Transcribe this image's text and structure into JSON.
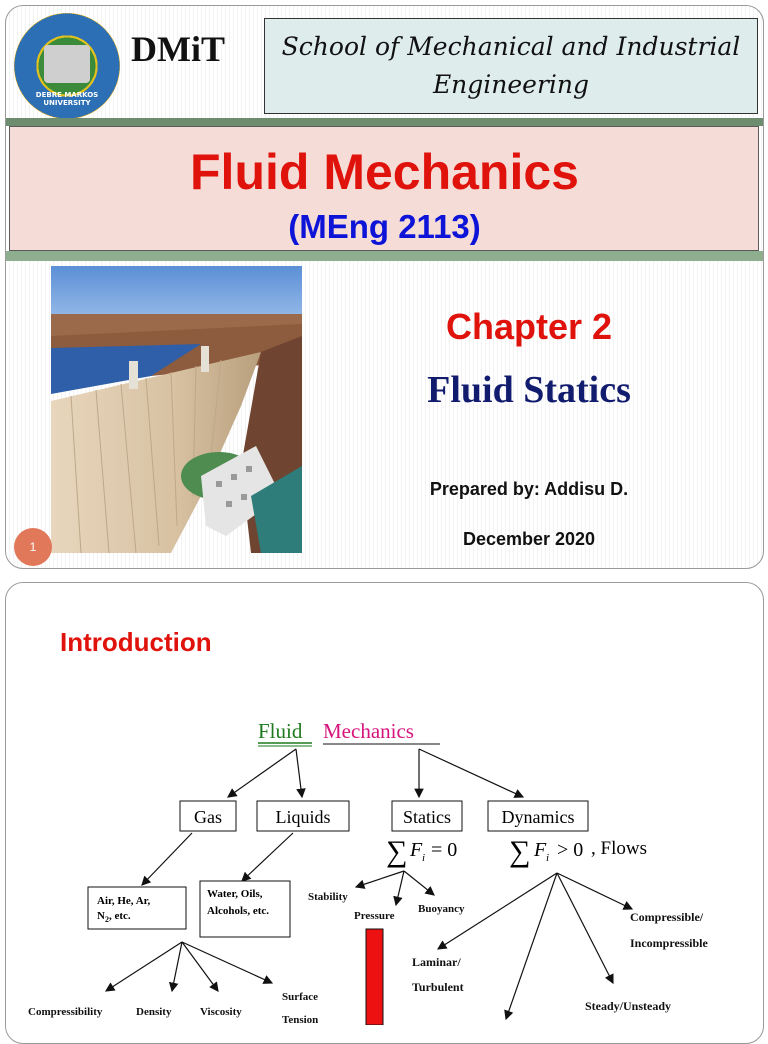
{
  "slide1": {
    "logo_text": "DEBRE MARKOS UNIVERSITY",
    "brand": "DMiT",
    "school_line1": "School of Mechanical and Industrial",
    "school_line2": "Engineering",
    "course_title": "Fluid Mechanics",
    "course_code": "(MEng 2113)",
    "chapter": "Chapter 2",
    "subject": "Fluid Statics",
    "prepared_by": "Prepared by: Addisu D.",
    "date": "December 2020",
    "page_number": "1"
  },
  "slide2": {
    "heading": "Introduction",
    "diagram": {
      "fluid": "Fluid",
      "mechanics": "Mechanics",
      "gas": "Gas",
      "liquids": "Liquids",
      "statics": "Statics",
      "dynamics": "Dynamics",
      "gas_examples_1": "Air, He, Ar,",
      "gas_examples_2": "N",
      "gas_examples_sub": "2",
      "gas_examples_3": ", etc.",
      "liquid_examples_1": "Water, Oils,",
      "liquid_examples_2": "Alcohols, etc.",
      "statics_eq_sum": "∑",
      "statics_eq_f": "F",
      "statics_eq_sub": "i",
      "statics_eq_rhs": "= 0",
      "dynamics_eq_rhs": "> 0",
      "flows": ", Flows",
      "stability": "Stability",
      "pressure": "Pressure",
      "buoyancy": "Buoyancy",
      "compressibility": "Compressibility",
      "density": "Density",
      "viscosity": "Viscosity",
      "surface": "Surface",
      "tension": "Tension",
      "laminar": "Laminar/",
      "turbulent": "Turbulent",
      "compressible": "Compressible/",
      "incompressible": "Incompressible",
      "steady": "Steady/Unsteady"
    }
  },
  "colors": {
    "red": "#e0120c",
    "blue": "#0d14d8",
    "navy": "#121c6e",
    "fluid_green": "#1f7a1f",
    "mechanics_pink": "#d6157c",
    "badge": "#e1785a"
  }
}
